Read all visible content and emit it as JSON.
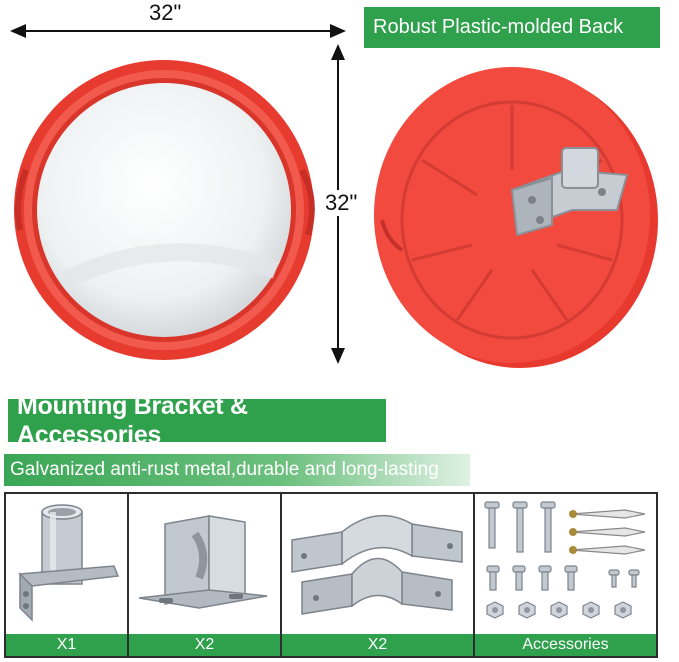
{
  "dimensions": {
    "width_label": "32\"",
    "height_label": "32\""
  },
  "banners": {
    "back_feature": "Robust Plastic-molded Back",
    "mounting_title": "Mounting Bracket & Accessories",
    "material_note": "Galvanized anti-rust metal,durable and long-lasting"
  },
  "accessories": [
    {
      "label": "X1",
      "icon": "pole-clamp-bracket-icon"
    },
    {
      "label": "X2",
      "icon": "wall-bracket-icon"
    },
    {
      "label": "X2",
      "icon": "pipe-clamp-icon"
    },
    {
      "label": "Accessories",
      "icon": "screws-bolts-nuts-icon"
    }
  ],
  "colors": {
    "banner_green": "#2fa04c",
    "mirror_red": "#f0453a",
    "galvanized": "#b9bfc6"
  }
}
